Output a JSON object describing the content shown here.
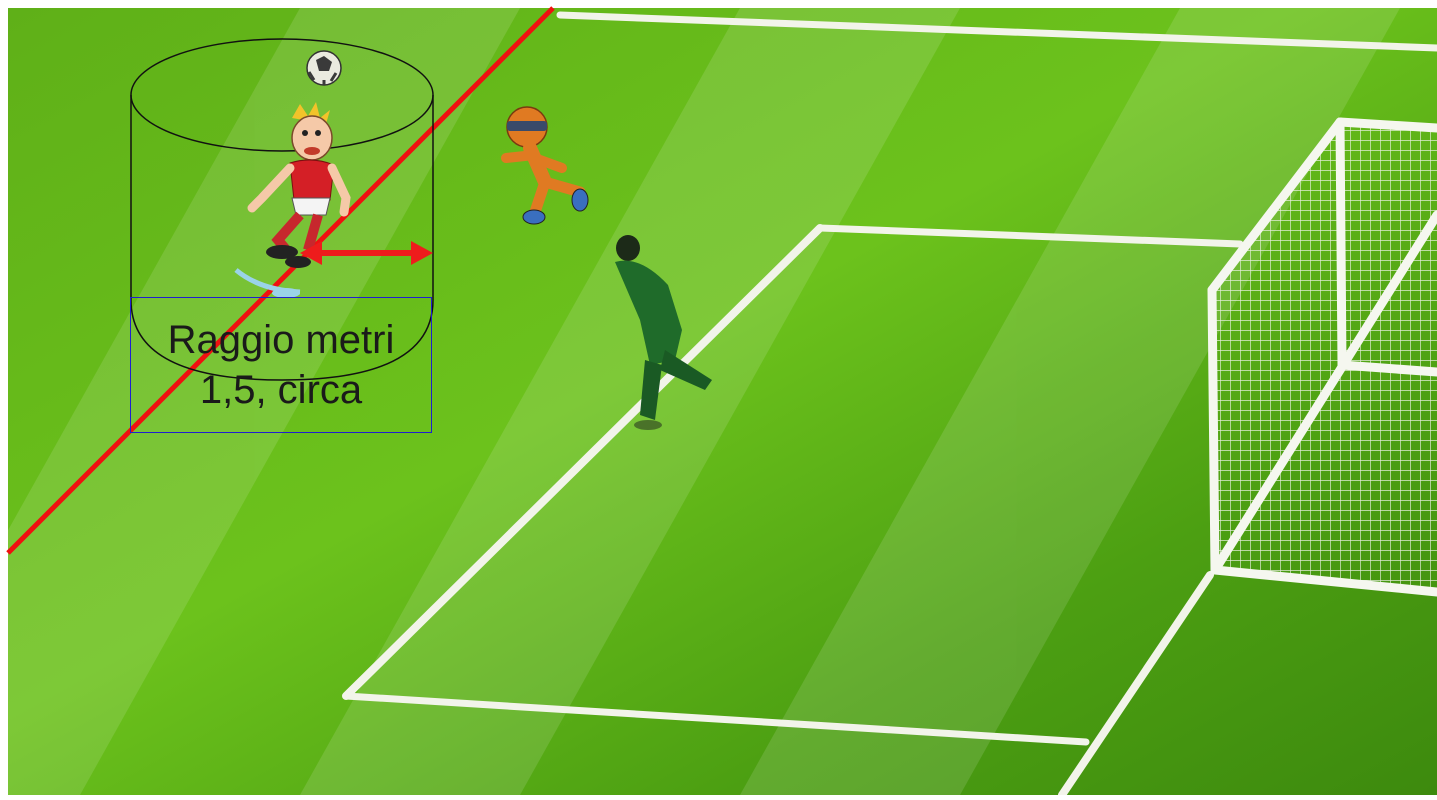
{
  "annotation": {
    "line1": "Raggio metri",
    "line2": "1,5, circa"
  },
  "colors": {
    "pitch_light": "#6fc21f",
    "pitch_dark": "#3f8f10",
    "line_white": "#f2f4ea",
    "offside_line": "#f01010",
    "radius_arrow": "#ee1c1c",
    "label_border": "#1f1fcf",
    "cylinder_outline": "#111111",
    "goalkeeper_kit": "#1f6b2a",
    "attacker_shirt": "#d41f26",
    "defender_figure": "#e07a22"
  },
  "icons": {
    "ball": "football-icon",
    "attacker": "cartoon-player-icon",
    "defender": "running-figure-icon",
    "goalkeeper": "goalkeeper-silhouette",
    "goal": "goal-net"
  }
}
